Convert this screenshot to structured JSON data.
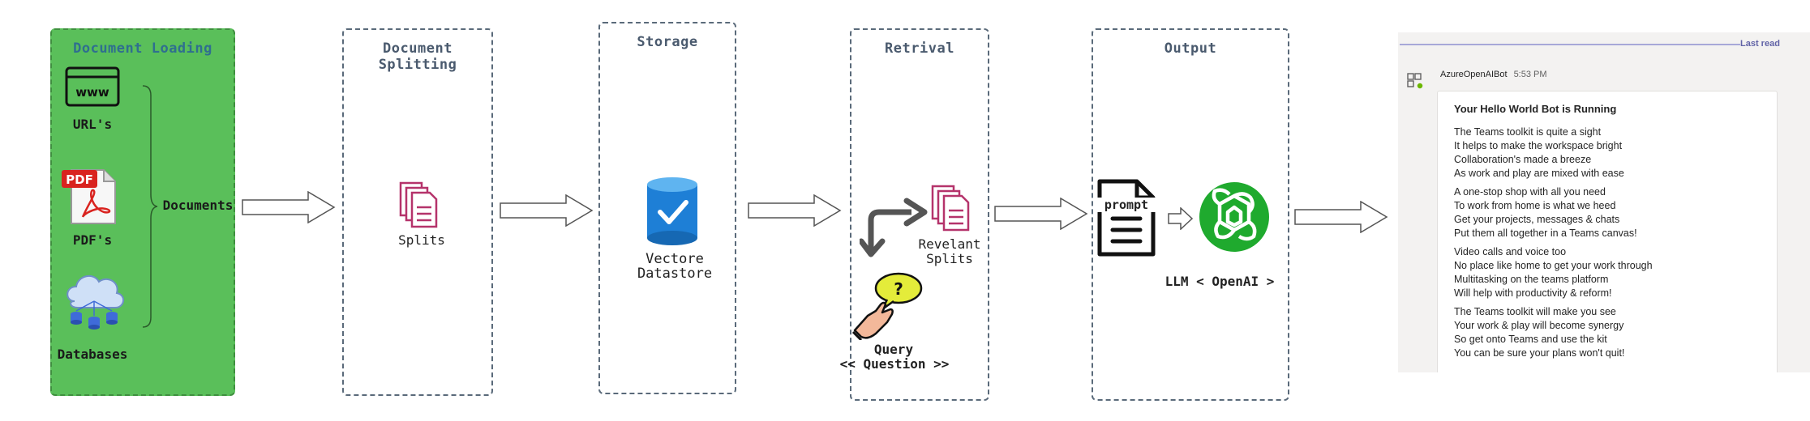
{
  "stages": {
    "loading": {
      "title": "Document Loading",
      "sources": [
        "URL's",
        "PDF's",
        "Databases"
      ],
      "output": "Documents"
    },
    "splitting": {
      "title": "Document Splitting",
      "item": "Splits"
    },
    "storage": {
      "title": "Storage",
      "item_line1": "Vectore",
      "item_line2": "Datastore"
    },
    "retrival": {
      "title": "Retrival",
      "result_line1": "Revelant",
      "result_line2": "Splits",
      "query_line1": "Query",
      "query_line2": "<< Question >>"
    },
    "output": {
      "title": "Output",
      "llm": "LLM < OpenAI >",
      "prompt_label": "prompt"
    }
  },
  "icons": {
    "www_text": "www",
    "pdf_text": "PDF"
  },
  "colors": {
    "loading_fill": "#5abf5a",
    "dash": "#5a6a7a",
    "splits_icon": "#b5336b",
    "db_blue": "#1e7fd6",
    "openai_green": "#1faa2e",
    "teams_accent": "#6264a7"
  },
  "chat": {
    "last_read": "Last read",
    "sender": "AzureOpenAIBot",
    "time": "5:53 PM",
    "card_title": "Your Hello World Bot is Running",
    "stanzas": [
      [
        "The Teams toolkit is quite a sight",
        "It helps to make the workspace bright",
        "Collaboration's made a breeze",
        "As work and play are mixed with ease"
      ],
      [
        "A one-stop shop with all you need",
        "To work from home is what we heed",
        "Get your projects, messages & chats",
        "Put them all together in a Teams canvas!"
      ],
      [
        "Video calls and voice too",
        "No place like home to get your work through",
        "Multitasking on the teams platform",
        "Will help with productivity & reform!"
      ],
      [
        "The Teams toolkit will make you see",
        "Your work & play will become synergy",
        "So get onto Teams and use the kit",
        "You can be sure your plans won't quit!"
      ]
    ]
  }
}
